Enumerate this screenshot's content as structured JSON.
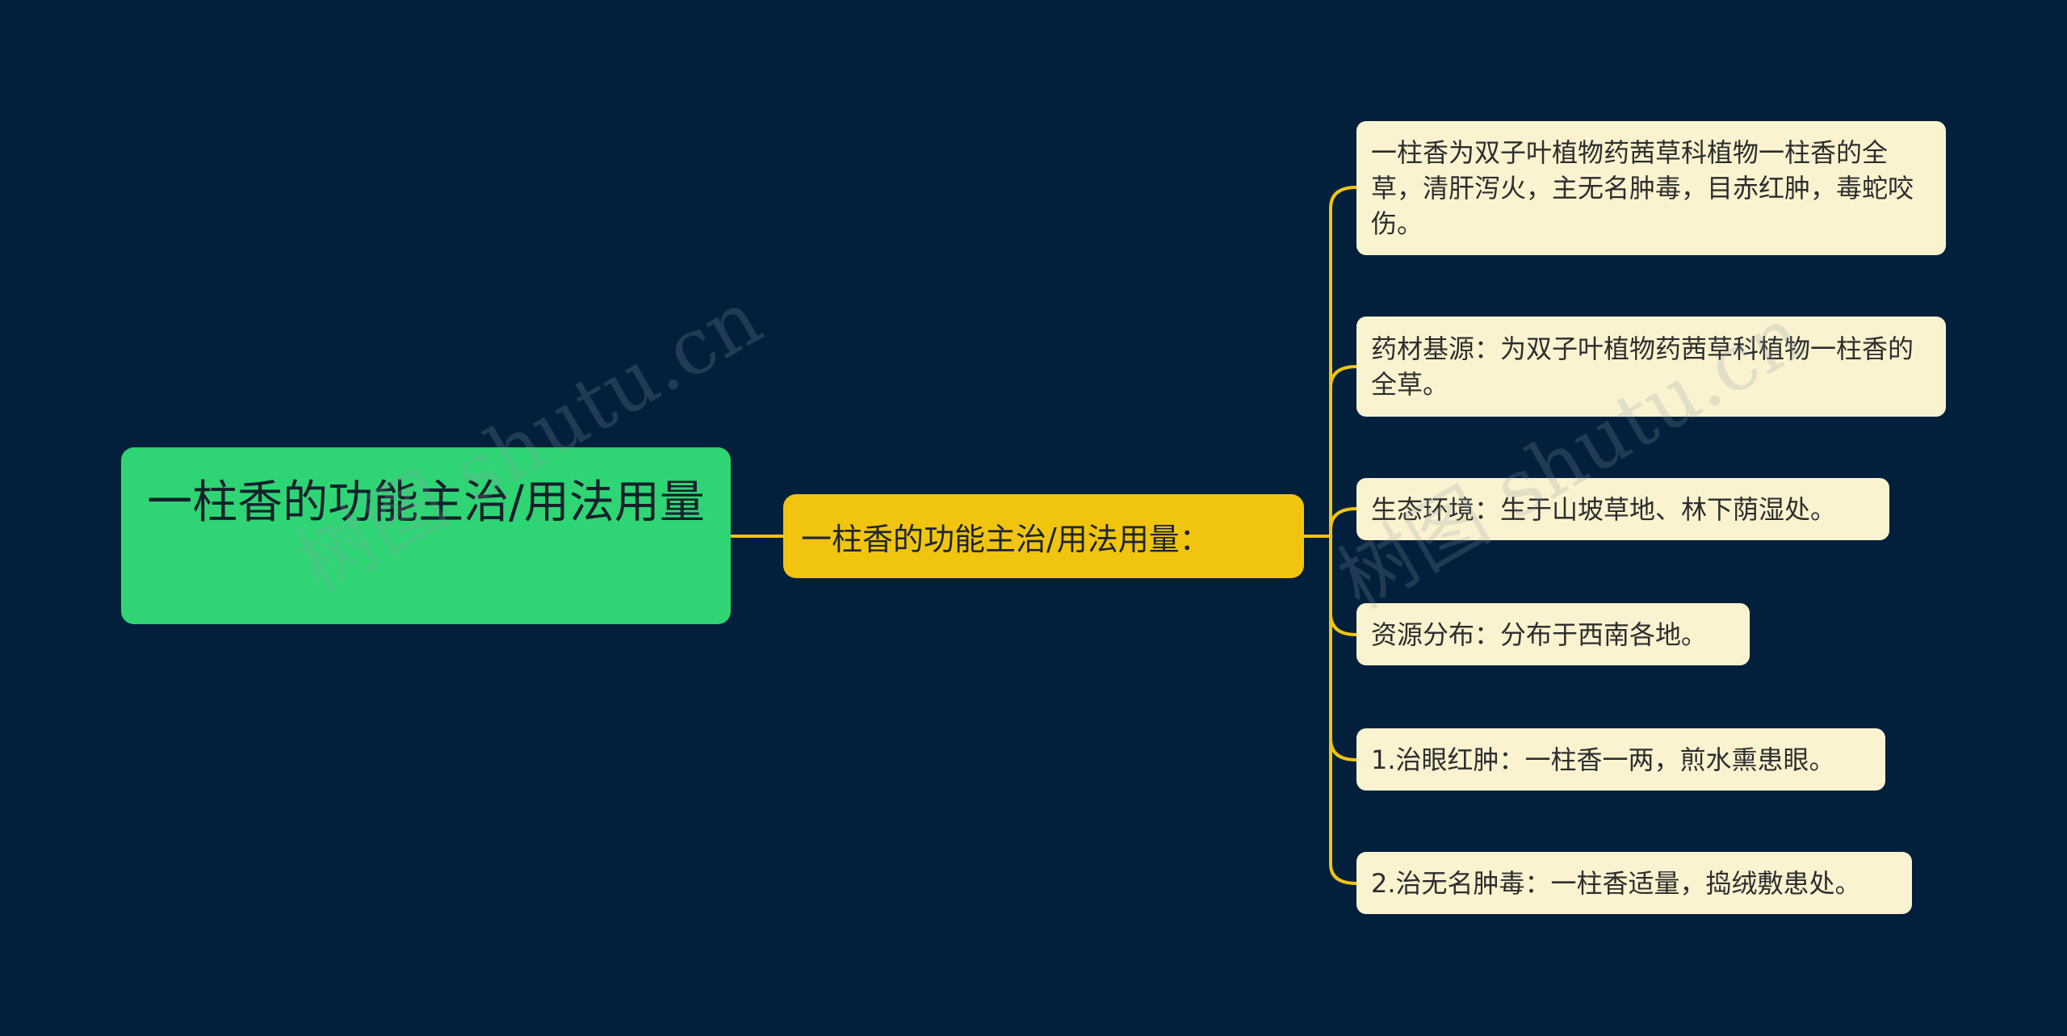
{
  "root": {
    "label": "一柱香的功能主治/用法用量"
  },
  "branch": {
    "label": "一柱香的功能主治/用法用量："
  },
  "leaves": [
    {
      "text": "一柱香为双子叶植物药茜草科植物一柱香的全草，清肝泻火，主无名肿毒，目赤红肿，毒蛇咬伤。"
    },
    {
      "text": "药材基源：为双子叶植物药茜草科植物一柱香的全草。"
    },
    {
      "text": "生态环境：生于山坡草地、林下荫湿处。"
    },
    {
      "text": "资源分布：分布于西南各地。"
    },
    {
      "text": "1.治眼红肿：一柱香一两，煎水熏患眼。"
    },
    {
      "text": "2.治无名肿毒：一柱香适量，捣绒敷患处。"
    }
  ],
  "watermark": {
    "text": "树图 shutu.cn"
  },
  "colors": {
    "background": "#02203c",
    "root_fill": "#2fd575",
    "branch_fill": "#f1c40f",
    "leaf_fill": "#fbf3d0",
    "connector": "#f1c40f"
  }
}
